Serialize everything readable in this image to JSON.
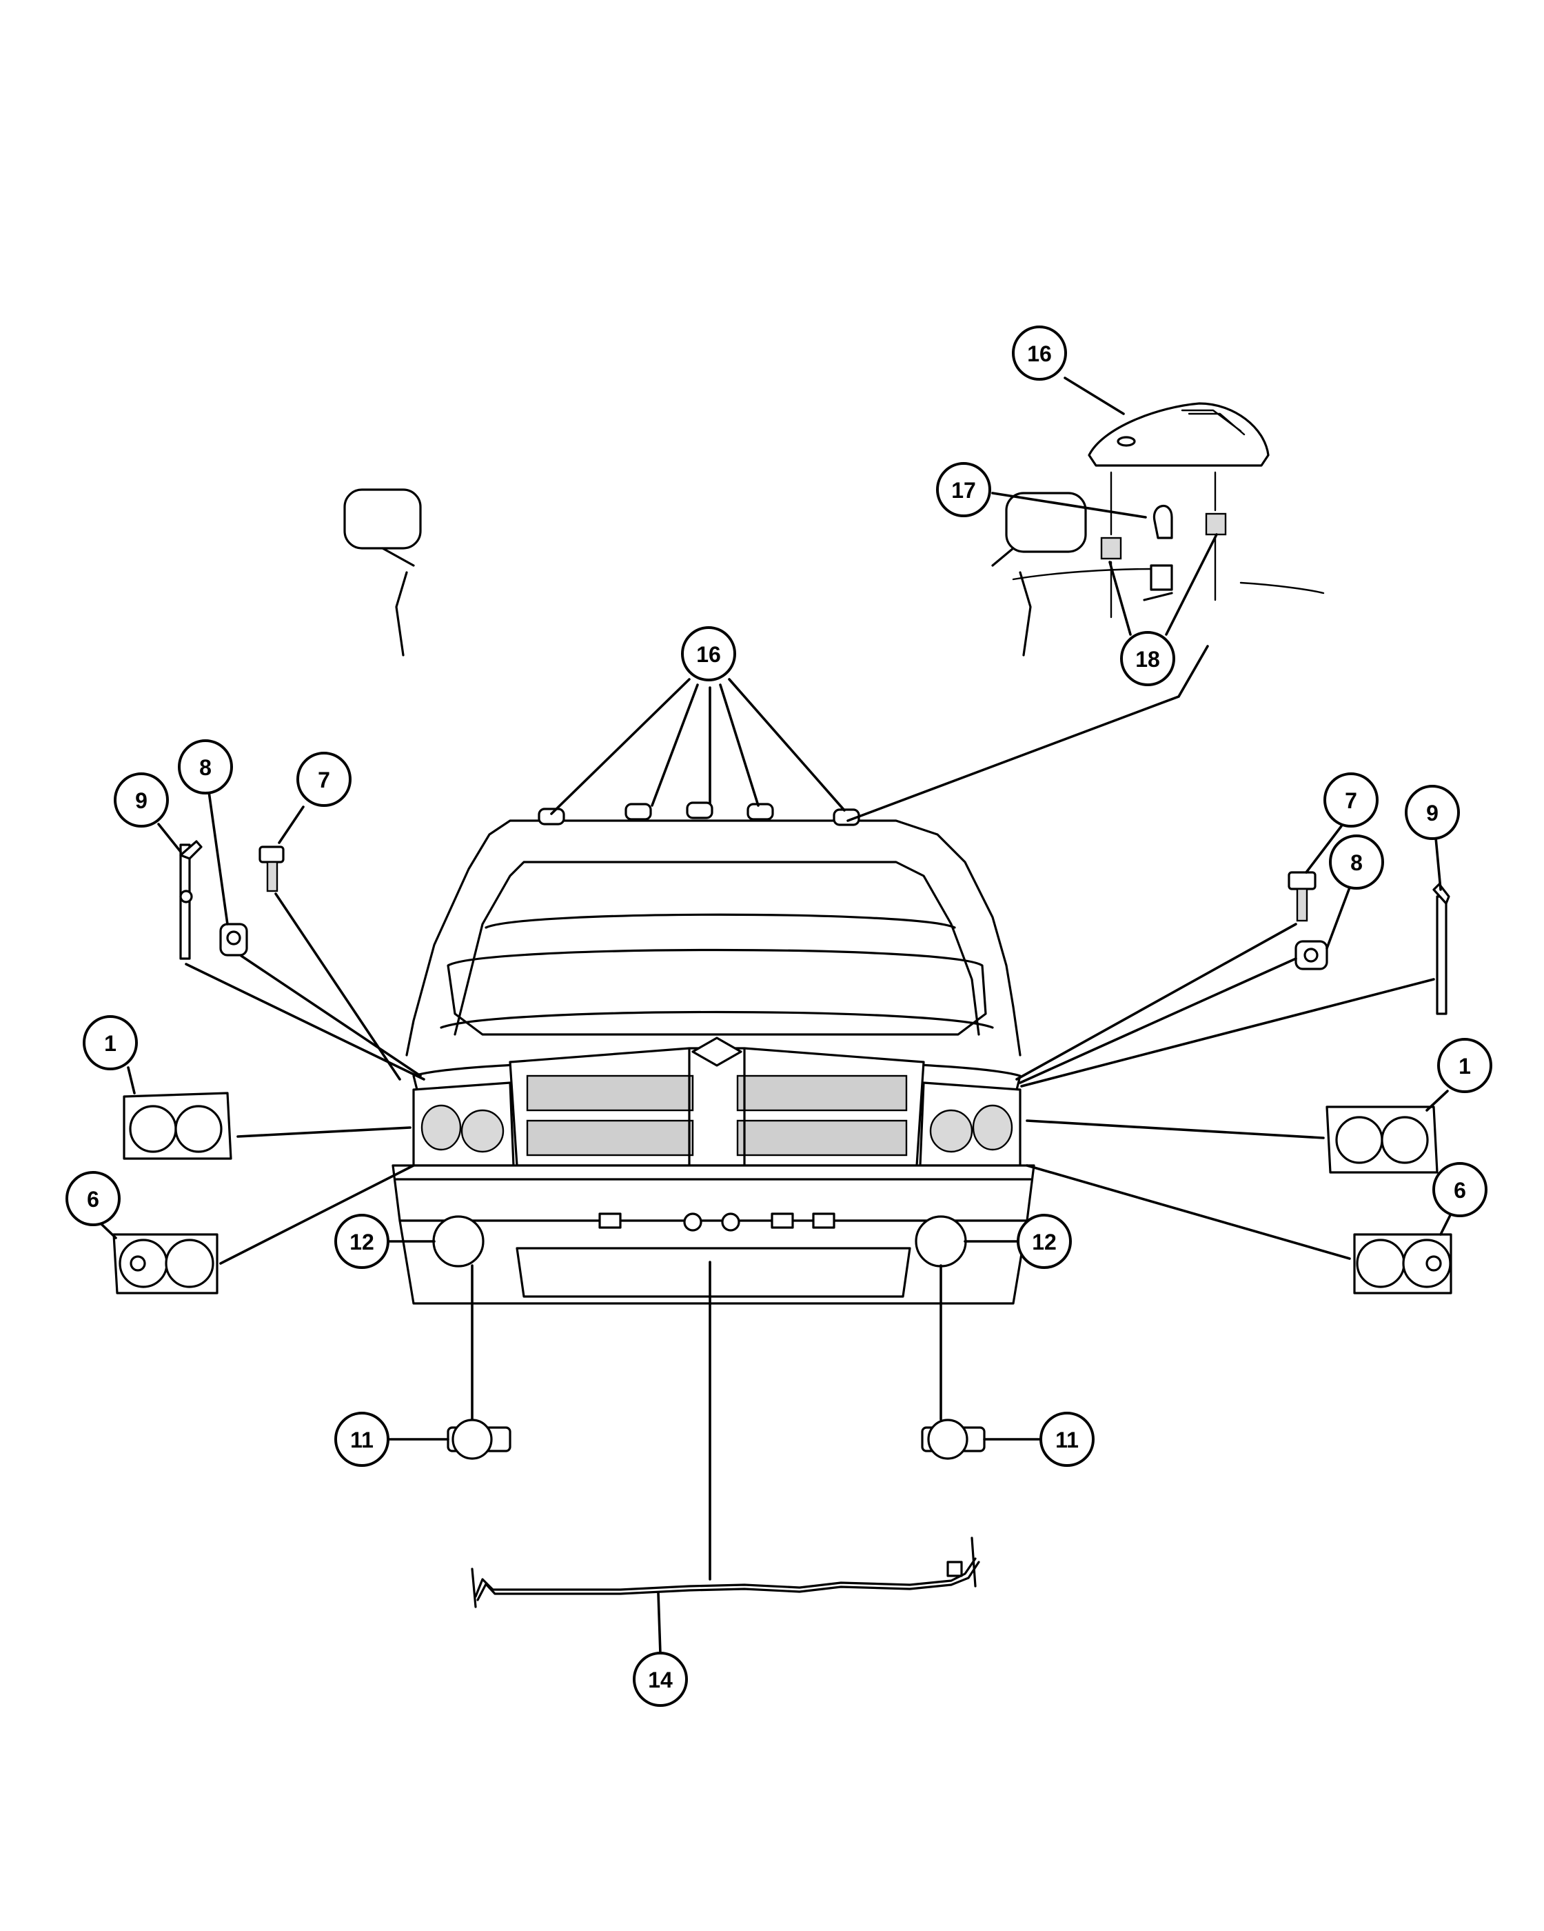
{
  "diagram": {
    "callouts": [
      {
        "id": "c16-top",
        "label": "16"
      },
      {
        "id": "c17",
        "label": "17"
      },
      {
        "id": "c18",
        "label": "18"
      },
      {
        "id": "c16-roof",
        "label": "16"
      },
      {
        "id": "c8-left",
        "label": "8"
      },
      {
        "id": "c7-left",
        "label": "7"
      },
      {
        "id": "c9-left",
        "label": "9"
      },
      {
        "id": "c7-right",
        "label": "7"
      },
      {
        "id": "c9-right",
        "label": "9"
      },
      {
        "id": "c8-right",
        "label": "8"
      },
      {
        "id": "c1-left",
        "label": "1"
      },
      {
        "id": "c1-right",
        "label": "1"
      },
      {
        "id": "c6-left",
        "label": "6"
      },
      {
        "id": "c6-right",
        "label": "6"
      },
      {
        "id": "c12-left",
        "label": "12"
      },
      {
        "id": "c12-right",
        "label": "12"
      },
      {
        "id": "c11-left",
        "label": "11"
      },
      {
        "id": "c11-right",
        "label": "11"
      },
      {
        "id": "c14",
        "label": "14"
      }
    ]
  }
}
